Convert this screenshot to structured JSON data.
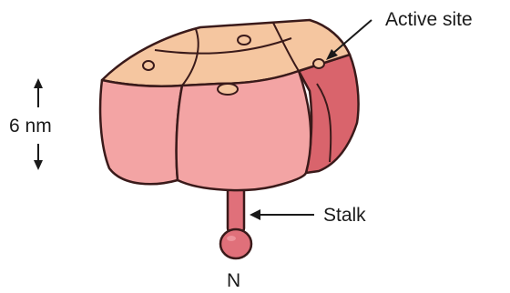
{
  "labels": {
    "active_site": "Active site",
    "dimension": "6 nm",
    "stalk": "Stalk",
    "terminus": "N"
  },
  "colors": {
    "top_face": "#f5c6a0",
    "front_face": "#f3a4a4",
    "side_face": "#d9646c",
    "outline": "#3a1a1a",
    "stalk": "#e0707a"
  }
}
